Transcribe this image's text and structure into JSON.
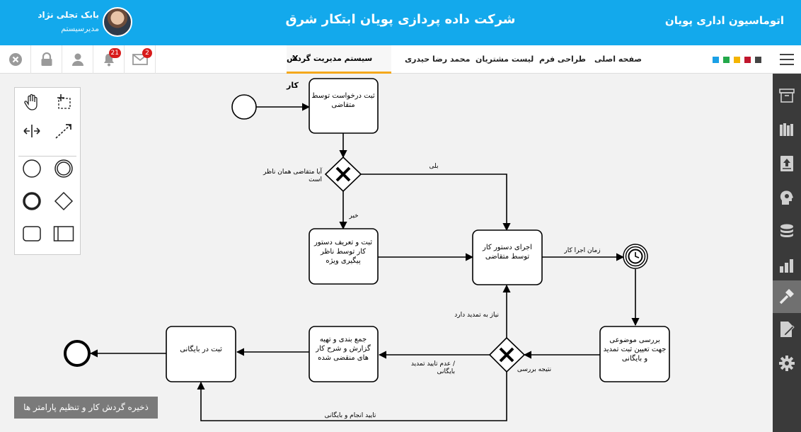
{
  "header": {
    "app_title": "اتوماسیون اداری پویان",
    "company_title": "شرکت داده پردازی پویان ابتکار شرق",
    "user_name": "بابک تجلی نژاد",
    "user_role": "مدیرسیستم"
  },
  "nav": {
    "messages_count": "2",
    "notifications_count": "21",
    "tabs": [
      "صفحه اصلی",
      "طراحی فرم",
      "لیست مشتریان",
      "محمد رضا حیدری"
    ],
    "active_tab": "سیستم مدیریت گردش کار",
    "active_tab_close": "X",
    "swatches": [
      "#1aa0e6",
      "#23a84a",
      "#f4b400",
      "#c0162d",
      "#444444"
    ]
  },
  "sidebar": {
    "items": [
      "archive-icon",
      "books-icon",
      "upload-book-icon",
      "head-gear-icon",
      "database-icon",
      "chart-icon",
      "hammer-icon",
      "edit-doc-icon",
      "settings-icon"
    ],
    "active_index": 6
  },
  "diagram": {
    "tasks": {
      "t1": "ثبت درخواست توسط|متقاضی",
      "t2": "ثبت و تعریف دستور|کار توسط ناظر|پیگیری ویژه",
      "t3": "اجرای دستور کار|توسط متقاضی",
      "t4": "بررسی موضوعی|جهت تعیین ثبت تمدید|و بایگانی",
      "t5": "جمع بندی و تهیه|گزارش و شرح کار|های منقضی شده",
      "t6": "ثبت در بایگانی"
    },
    "labels": {
      "gw1_question": "آیا متقاضی همان ناظر|است",
      "yes": "بلی",
      "no": "خیر",
      "run_time": "زمان اجرا کار",
      "needs_extension": "نیاز به تمدید دارد",
      "not_approved": "عدم تایید تمدید /|بایگانی",
      "review_result": "نتیجه بررسی",
      "approve_archive": "تایید انجام و بایگانی"
    }
  },
  "footer": {
    "save_label": "ذخیره گردش کار و تنظیم پارامتر ها"
  }
}
